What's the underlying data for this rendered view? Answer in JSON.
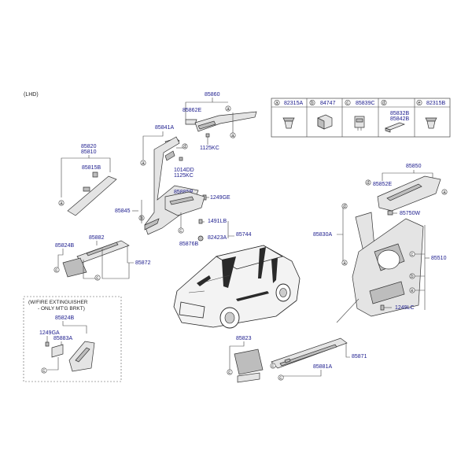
{
  "header": {
    "lhd": "(LHD)"
  },
  "legend": {
    "items": [
      {
        "letter": "a",
        "code": "82315A",
        "icon": "clip-icon"
      },
      {
        "letter": "b",
        "code": "84747",
        "icon": "fastener-icon"
      },
      {
        "letter": "c",
        "code": "85839C",
        "icon": "clip-icon"
      },
      {
        "letter": "d",
        "code1": "85832B",
        "code2": "85842B",
        "icon": "bracket-icon"
      },
      {
        "letter": "e",
        "code": "82315B",
        "icon": "clip-icon"
      }
    ]
  },
  "labels": {
    "p85860": "85860",
    "p85862E": "85862E",
    "p1125KC_top": "1125KC",
    "p85841A": "85841A",
    "p85820": "85820",
    "p85810": "85810",
    "p85815B": "85815B",
    "p1014DD": "1014DD",
    "p1125KC_mid": "1125KC",
    "p85885R": "85885R",
    "p1249GE": "1249GE",
    "p85845": "85845",
    "p1491LB": "1491LB",
    "p85744": "85744",
    "p82423A": "82423A",
    "p85876B": "85876B",
    "p85824B": "85824B",
    "p85882": "85882",
    "p85872": "85872",
    "p85850": "85850",
    "p85852E": "85852E",
    "p85750W": "85750W",
    "p85830A": "85830A",
    "p85510": "85510",
    "p1249LC": "1249LC",
    "p85823": "85823",
    "p85871": "85871",
    "p85881A": "85881A",
    "p85824B_box": "85824B",
    "p1249GA": "1249GA",
    "p85883A": "85883A"
  },
  "note": {
    "line1": "(W/FIRE EXTINGUISHER",
    "line2": "- ONLY MT'G BRKT)"
  },
  "circle_letters": [
    "a",
    "b",
    "c",
    "d",
    "e"
  ]
}
